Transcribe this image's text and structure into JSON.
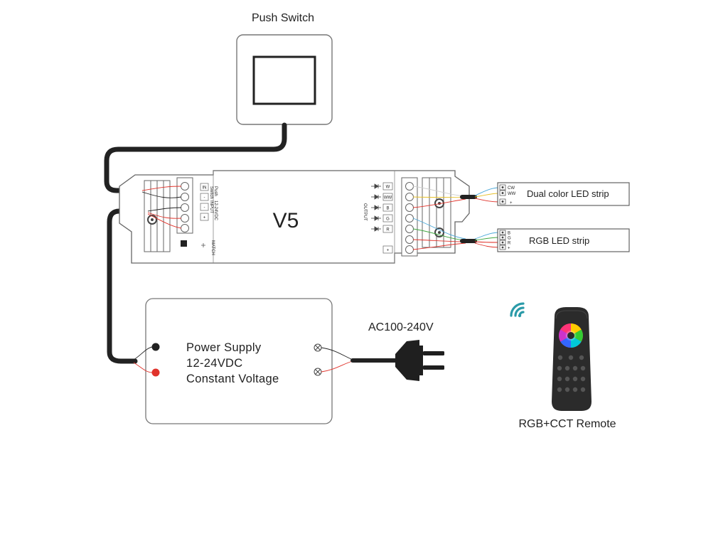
{
  "labels": {
    "push_switch": "Push Switch",
    "controller": "V5",
    "power_supply_line1": "Power Supply",
    "power_supply_line2": "12-24VDC",
    "power_supply_line3": "Constant Voltage",
    "ac_input": "AC100-240V",
    "dual_strip": "Dual color LED strip",
    "rgb_strip": "RGB LED strip",
    "remote": "RGB+CCT Remote"
  },
  "dual_strip_pins": [
    "CW",
    "WW",
    "+"
  ],
  "rgb_strip_pins": [
    "B",
    "G",
    "R",
    "+"
  ],
  "input_terminals": [
    "IN",
    "-",
    "-",
    "+"
  ],
  "input_side_text": [
    "Switch",
    "Push",
    "INPUT",
    "12-24VDC"
  ],
  "output_terminals": [
    "W",
    "WW",
    "B",
    "G",
    "R",
    "+"
  ],
  "output_side_text": "OUTPUT",
  "match_text": "MATCH",
  "colors": {
    "outline": "#555555",
    "cable": "#222222",
    "wire_red": "#e0332b",
    "wire_blue": "#4aa8d8",
    "wire_green": "#3fa63f",
    "wire_yellow": "#e6c02a",
    "wire_white": "#cfcfcf",
    "wifi": "#2a9aa8",
    "remote_body": "#2b2b2b"
  }
}
